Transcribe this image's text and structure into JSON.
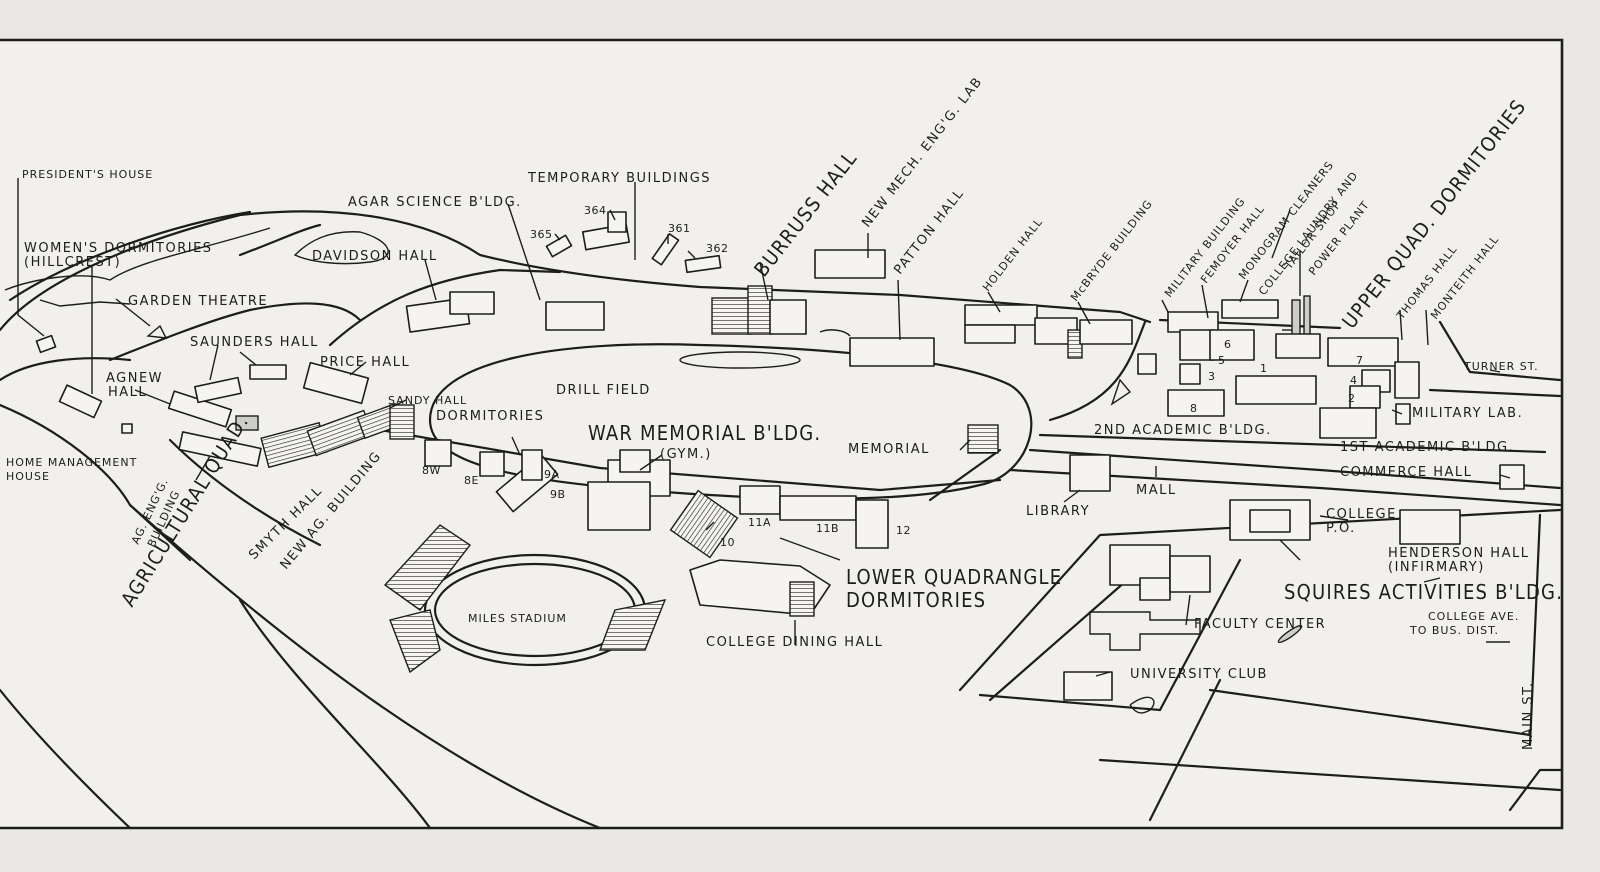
{
  "map": {
    "labels": {
      "presidents_house": "PRESIDENT'S HOUSE",
      "womens_dorms_1": "WOMEN'S DORMITORIES",
      "womens_dorms_2": "(HILLCREST)",
      "garden_theatre": "GARDEN THEATRE",
      "saunders_hall": "SAUNDERS HALL",
      "agnew_hall_1": "AGNEW",
      "agnew_hall_2": "HALL",
      "home_mgmt_1": "HOME MANAGEMENT",
      "home_mgmt_2": "HOUSE",
      "ag_engg_1": "AG. ENG'G.",
      "ag_engg_2": "BUILDING",
      "agricultural_quad": "AGRICULTURAL QUAD.",
      "smyth_hall": "SMYTH HALL",
      "new_ag_building": "NEW AG. BUILDING",
      "price_hall": "PRICE HALL",
      "sandy_hall": "SANDY HALL",
      "dormitories": "DORMITORIES",
      "drill_field": "DRILL FIELD",
      "davidson_hall": "DAVIDSON HALL",
      "agar_science": "AGAR SCIENCE B'LDG.",
      "temporary_buildings": "TEMPORARY BUILDINGS",
      "burruss_hall": "BURRUSS HALL",
      "new_mech_engg_lab": "NEW MECH. ENG'G. LAB",
      "patton_hall": "PATTON HALL",
      "holden_hall": "HOLDEN HALL",
      "mcbryde_building": "McBRYDE BUILDING",
      "military_building": "MILITARY BUILDING",
      "femoyer_hall": "FEMOYER HALL",
      "monogram_cleaners": "MONOGRAM CLEANERS",
      "college_laundry": "COLLEGE LAUNDRY AND",
      "tailor_shop": "TAILOR SHOP",
      "power_plant": "POWER PLANT",
      "upper_quad": "UPPER QUAD. DORMITORIES",
      "thomas_hall": "THOMAS HALL",
      "monteith_hall": "MONTEITH HALL",
      "turner_st": "TURNER ST.",
      "military_lab": "MILITARY LAB.",
      "first_academic": "1ST ACADEMIC B'LDG.",
      "second_academic": "2ND ACADEMIC B'LDG.",
      "commerce_hall": "COMMERCE HALL",
      "memorial": "MEMORIAL",
      "war_memorial_1": "WAR MEMORIAL B'LDG.",
      "war_memorial_2": "(GYM.)",
      "library": "LIBRARY",
      "mall": "MALL",
      "college_po_1": "COLLEGE",
      "college_po_2": "P.O.",
      "henderson_hall_1": "HENDERSON HALL",
      "henderson_hall_2": "(INFIRMARY)",
      "squires": "SQUIRES ACTIVITIES B'LDG.",
      "faculty_center": "FACULTY CENTER",
      "university_club": "UNIVERSITY CLUB",
      "college_ave_1": "COLLEGE AVE.",
      "college_ave_2": "TO BUS. DIST.",
      "main_st": "MAIN ST.",
      "lower_quad_1": "LOWER QUADRANGLE",
      "lower_quad_2": "DORMITORIES",
      "college_dining": "COLLEGE DINING HALL",
      "miles_stadium": "MILES STADIUM"
    },
    "building_numbers": {
      "b365": "365",
      "b364": "364",
      "b361": "361",
      "b362": "362",
      "b8w": "8W",
      "b8e": "8E",
      "b9a": "9A",
      "b9b": "9B",
      "b10": "10",
      "b11a": "11A",
      "b11b": "11B",
      "b12": "12",
      "b1": "1",
      "b2": "2",
      "b3": "3",
      "b4": "4",
      "b5": "5",
      "b6": "6",
      "b7": "7",
      "b8": "8"
    }
  }
}
